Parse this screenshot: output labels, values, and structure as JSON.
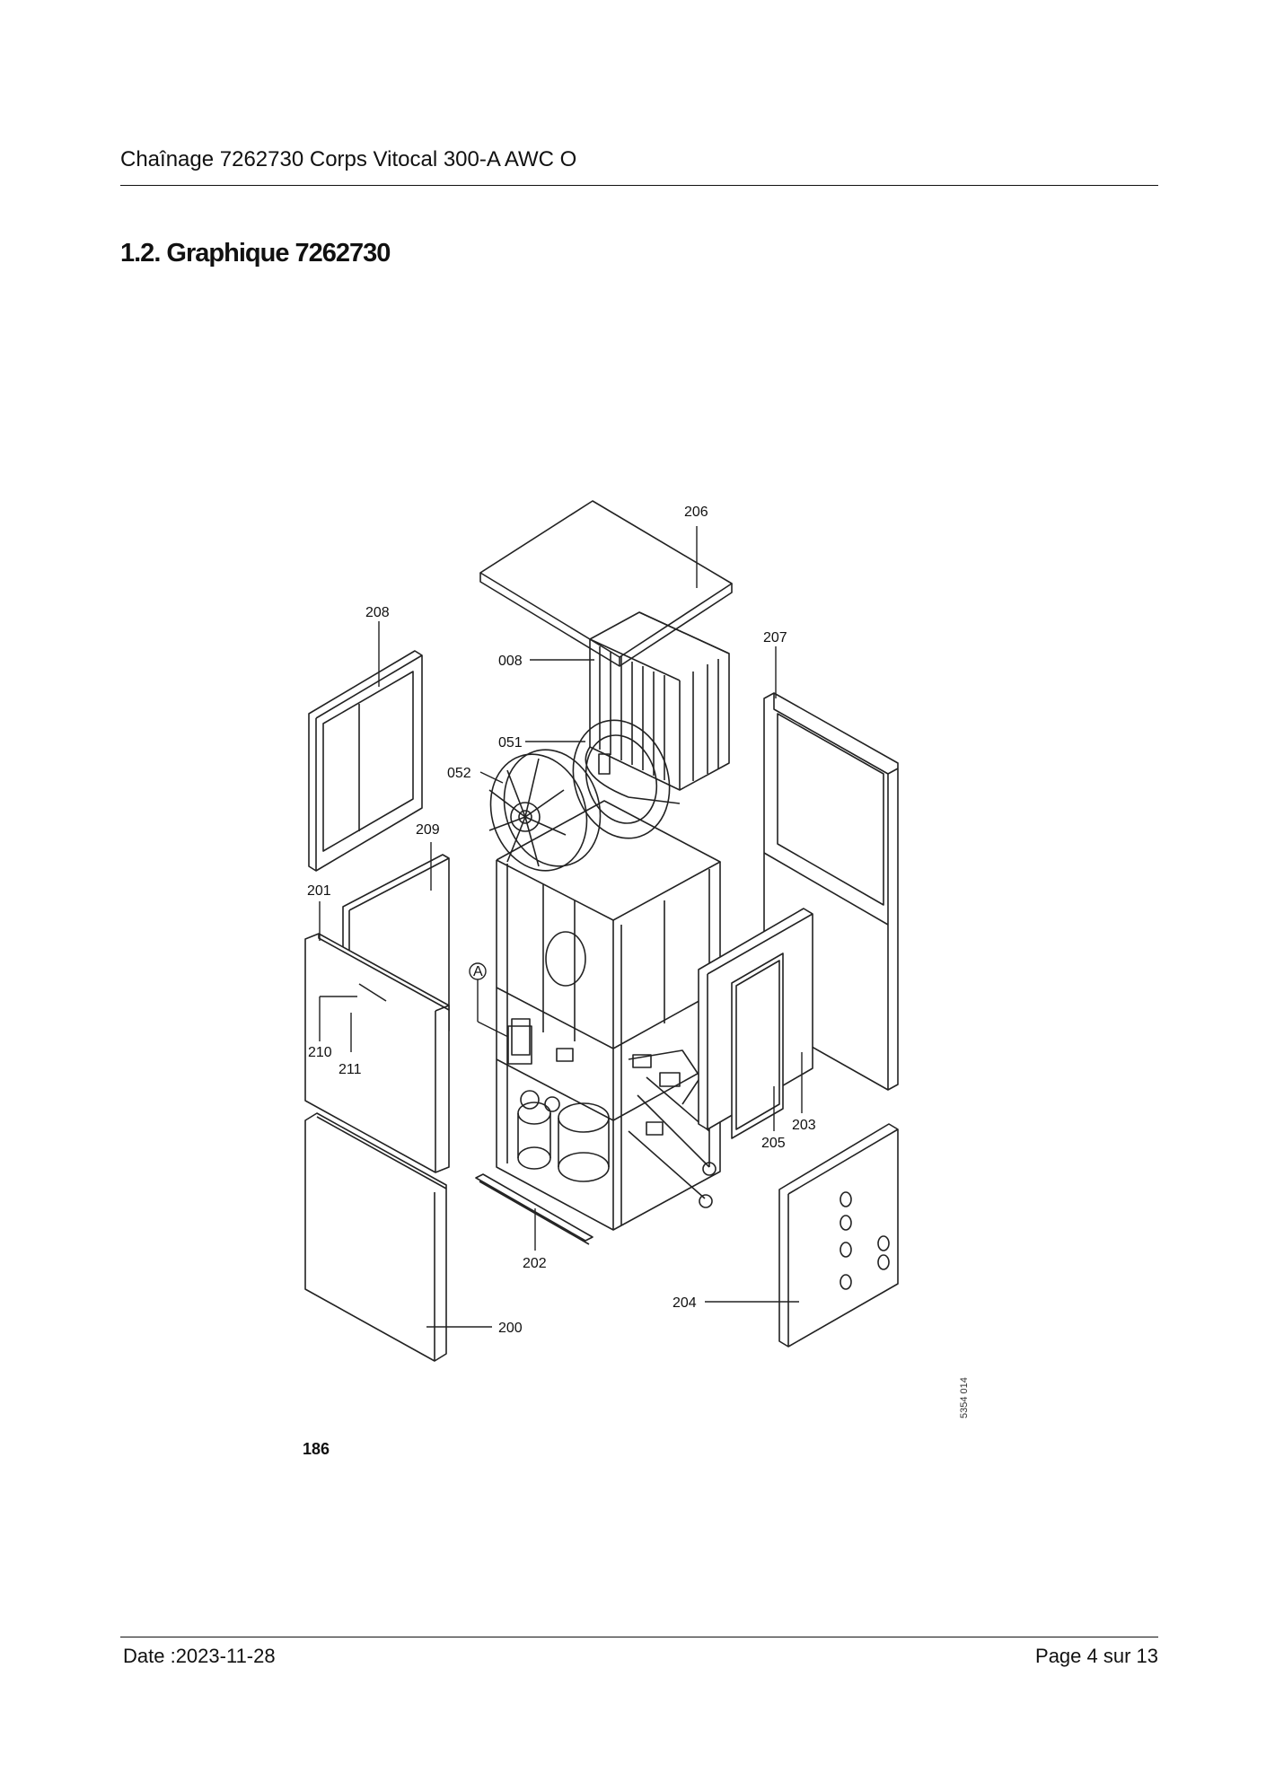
{
  "header": {
    "title": "Chaînage 7262730 Corps Vitocal 300-A AWC O"
  },
  "section": {
    "title": "1.2. Graphique 7262730"
  },
  "diagram": {
    "labels": {
      "l206": "206",
      "l208": "208",
      "l207": "207",
      "l008": "008",
      "l051": "051",
      "l052": "052",
      "l209": "209",
      "l201": "201",
      "lA": "A",
      "l210": "210",
      "l211": "211",
      "l203": "203",
      "l205": "205",
      "l202": "202",
      "l204": "204",
      "l200": "200"
    },
    "figure_number": "186",
    "drawing_code": "5354 014"
  },
  "footer": {
    "date": "Date :2023-11-28",
    "page": "Page 4 sur  13"
  }
}
